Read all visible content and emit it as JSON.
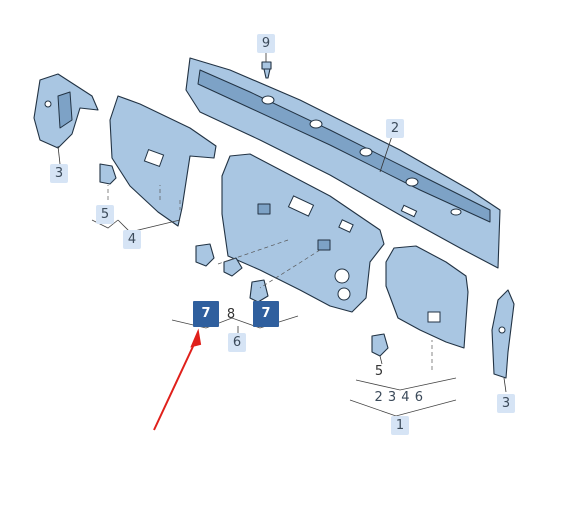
{
  "callouts": {
    "c9": "9",
    "c2": "2",
    "c3_left": "3",
    "c5_left": "5",
    "c4": "4",
    "c7_left": "7",
    "c8": "8",
    "c7_right": "7",
    "c6": "6",
    "c5_right": "5",
    "c_group": "2 3 4 6",
    "c3_right": "3",
    "c1": "1"
  },
  "colors": {
    "part_fill": "#a9c6e2",
    "callout_bg": "#d6e4f5",
    "callout_highlight": "#2f5f9e",
    "arrow": "#e0201b"
  }
}
